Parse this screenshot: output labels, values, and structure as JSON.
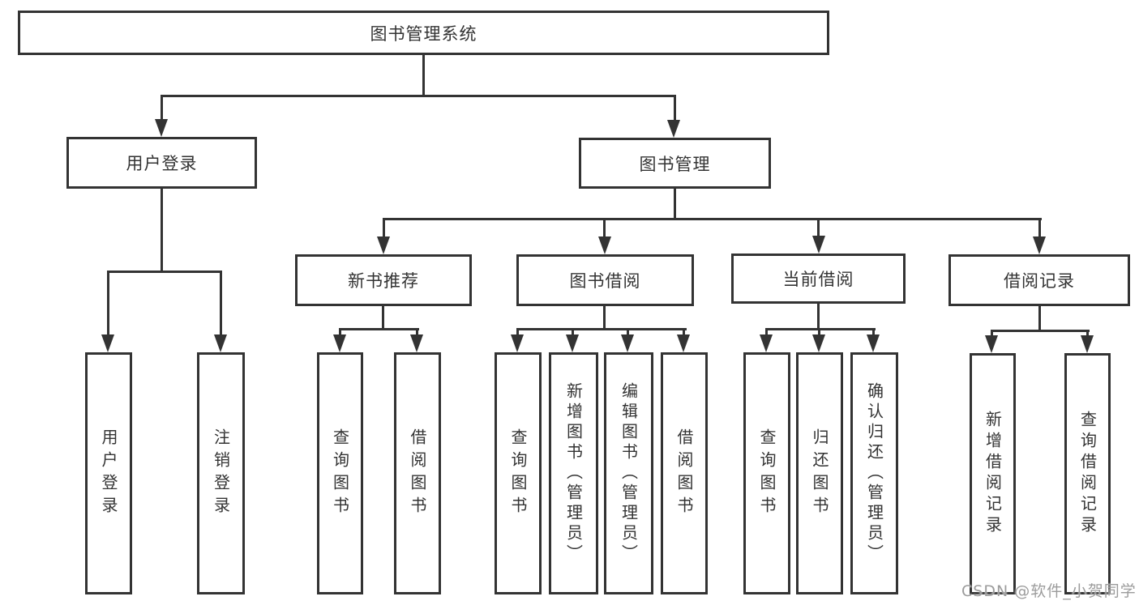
{
  "diagram": {
    "type": "hierarchy-tree",
    "title": "图书管理系统",
    "hierarchy": {
      "图书管理系统": {
        "用户登录": [
          "用户登录",
          "注销登录"
        ],
        "图书管理": {
          "新书推荐": [
            "查询图书",
            "借阅图书"
          ],
          "图书借阅": [
            "查询图书",
            "新增图书（管理员）",
            "编辑图书（管理员）",
            "借阅图书"
          ],
          "当前借阅": [
            "查询图书",
            "归还图书",
            "确认归还（管理员）"
          ],
          "借阅记录": [
            "新增借阅记录",
            "查询借阅记录"
          ]
        }
      }
    }
  },
  "nodes": {
    "root": {
      "label": "图书管理系统"
    },
    "user_login": {
      "label": "用户登录"
    },
    "book_management": {
      "label": "图书管理"
    },
    "new_book_recommend": {
      "label": "新书推荐"
    },
    "book_borrow": {
      "label": "图书借阅"
    },
    "current_borrow": {
      "label": "当前借阅"
    },
    "borrow_records": {
      "label": "借阅记录"
    },
    "leaf_user_login": {
      "label": "用户登录"
    },
    "leaf_logout": {
      "label": "注销登录"
    },
    "leaf_nb_query": {
      "label": "查询图书"
    },
    "leaf_nb_borrow": {
      "label": "借阅图书"
    },
    "leaf_bb_query": {
      "label": "查询图书"
    },
    "leaf_bb_add": {
      "label": "新增图书（管理员）"
    },
    "leaf_bb_edit": {
      "label": "编辑图书（管理员）"
    },
    "leaf_bb_borrow": {
      "label": "借阅图书"
    },
    "leaf_cb_query": {
      "label": "查询图书"
    },
    "leaf_cb_return": {
      "label": "归还图书"
    },
    "leaf_cb_confirm": {
      "label": "确认归还（管理员）"
    },
    "leaf_br_add": {
      "label": "新增借阅记录"
    },
    "leaf_br_query": {
      "label": "查询借阅记录"
    }
  },
  "watermark": "CSDN @软件_小贺同学",
  "colors": {
    "line": "#333333",
    "text": "#333333",
    "watermark": "#9c9c9c",
    "background": "#ffffff"
  }
}
